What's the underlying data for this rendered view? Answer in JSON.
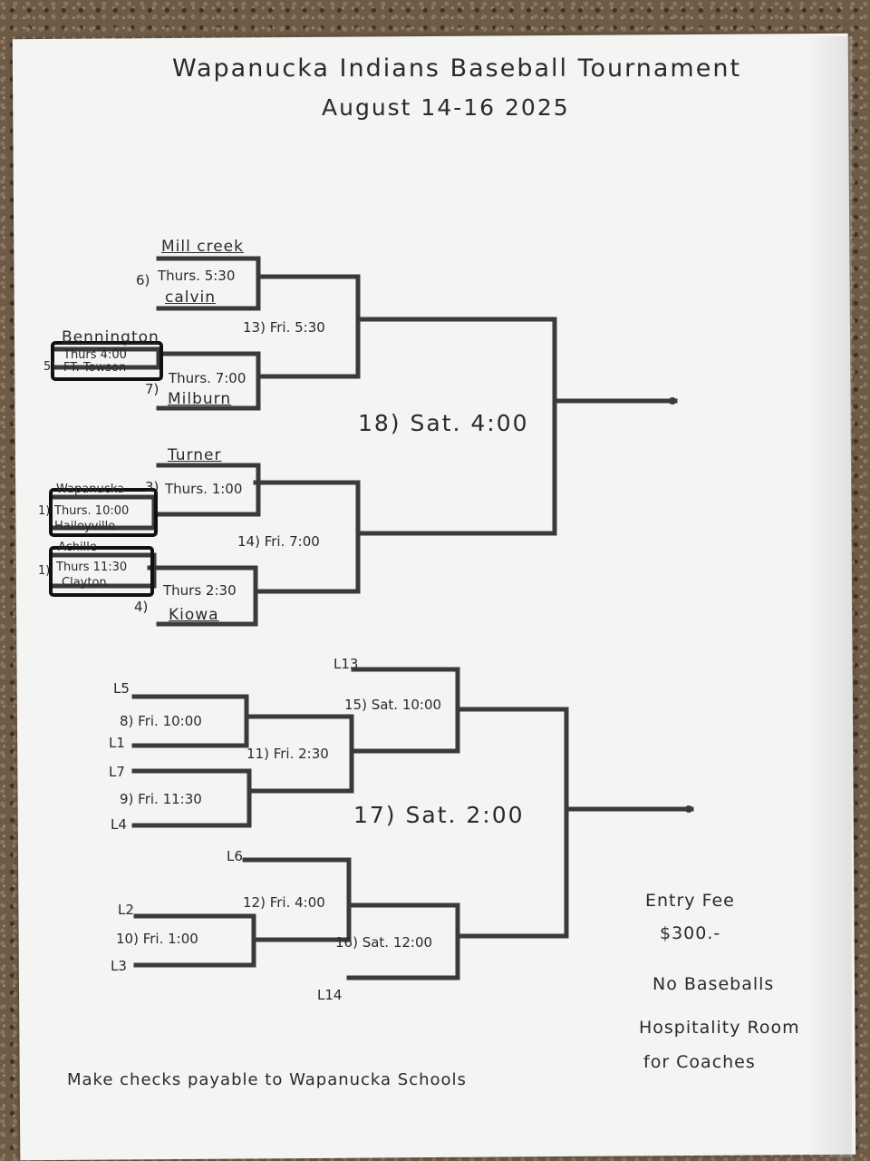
{
  "header": {
    "title": "Wapanucka Indians Baseball Tournament",
    "dates": "August 14-16 2025"
  },
  "winners_bracket": {
    "teams": {
      "mill_creek": "Mill creek",
      "calvin": "calvin",
      "bennington": "Bennington",
      "ft_towson": "FT. Towson",
      "milburn": "Milburn",
      "turner": "Turner",
      "wapanucka": "Wapanucka",
      "haileyville": "Haileyville",
      "achille": "Achille",
      "clayton": "Clayton",
      "kiowa": "Kiowa"
    },
    "games": {
      "g6_num": "6)",
      "g6_time": "Thurs. 5:30",
      "g5_num": "5)",
      "g5_time": "Thurs 4:00",
      "g7_num": "7)",
      "g7_time": "Thurs. 7:00",
      "g3_num": "3)",
      "g3_time": "Thurs. 1:00",
      "g1a_num": "1)",
      "g1a_time": "Thurs. 10:00",
      "g1b_num": "1)",
      "g1b_time": "Thurs 11:30",
      "g4_num": "4)",
      "g4_time": "Thurs 2:30",
      "g13": "13) Fri. 5:30",
      "g14": "14) Fri. 7:00",
      "g18": "18) Sat. 4:00"
    }
  },
  "consolation_bracket": {
    "slots": {
      "l5": "L5",
      "l1": "L1",
      "l7": "L7",
      "l4": "L4",
      "l13": "L13",
      "l6": "L6",
      "l2": "L2",
      "l3": "L3",
      "l14": "L14"
    },
    "games": {
      "g8": "8) Fri. 10:00",
      "g9": "9) Fri. 11:30",
      "g11": "11) Fri. 2:30",
      "g15": "15) Sat. 10:00",
      "g17": "17) Sat. 2:00",
      "g12": "12) Fri. 4:00",
      "g10": "10) Fri. 1:00",
      "g16": "16) Sat. 12:00"
    }
  },
  "info": {
    "entry_fee_label": "Entry Fee",
    "entry_fee_amount": "$300.-",
    "no_baseballs": "No Baseballs",
    "hospitality_line1": "Hospitality Room",
    "hospitality_line2": "for Coaches"
  },
  "footer": {
    "checks": "Make checks payable to Wapanucka Schools"
  }
}
